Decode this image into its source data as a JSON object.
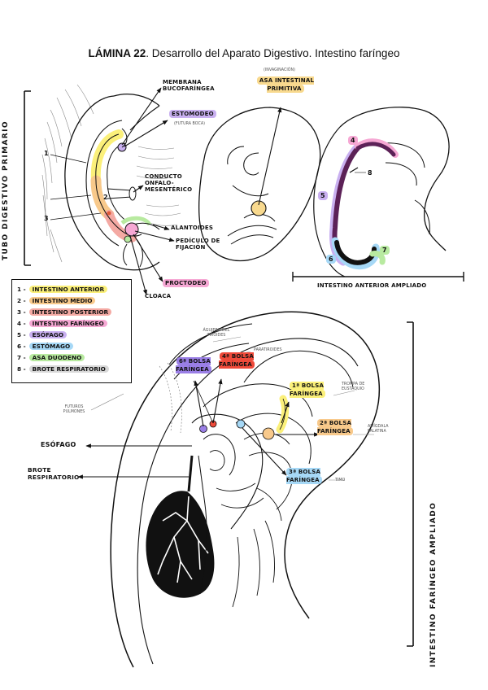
{
  "title": {
    "bold": "LÁMINA 22",
    "rest": ". Desarrollo del Aparato Digestivo. Intestino faríngeo"
  },
  "colors": {
    "yellow": "#fbf07a",
    "orange": "#f8c98b",
    "red": "#f4a9a3",
    "pink": "#f6a8d4",
    "purple": "#c9b0f0",
    "blue": "#a6d8f6",
    "green": "#b8eaa0",
    "gray": "#d8d8d8",
    "dark_purple": "#5c2157",
    "black": "#111111"
  },
  "side_labels": {
    "primary_tube": "TUBO DIGESTIVO PRIMARIO",
    "pharyngeal_enlarged": "INTESTINO FARÍNGEO AMPLIADO"
  },
  "figure1": {
    "membrane": "MEMBRANA BUCOFARÍNGEA",
    "stomodeum": "ESTOMODEO",
    "stomodeum_note": "(FUTURA BOCA)",
    "duct": "CONDUCTO ONFALO-MESENTÉRICO",
    "allantois": "ALANTOIDES",
    "stalk": "PEDÍCULO DE FIJACIÓN",
    "proctodeum": "PROCTODEO",
    "cloaca": "CLOACA",
    "n1": "1",
    "n2": "2",
    "n3": "3"
  },
  "figure2": {
    "note": "(INVAGINACIÓN)",
    "loop": "ASA INTESTINAL PRIMITIVA"
  },
  "figure3": {
    "n4": "4",
    "n5": "5",
    "n6": "6",
    "n7": "7",
    "n8": "8",
    "bottom_label": "INTESTINO ANTERIOR AMPLIADO"
  },
  "legend": [
    {
      "num": "1 -",
      "text": "INTESTINO ANTERIOR",
      "color": "#fbf07a"
    },
    {
      "num": "2 -",
      "text": "INTESTINO MEDIO",
      "color": "#f8c98b"
    },
    {
      "num": "3 -",
      "text": "INTESTINO POSTERIOR",
      "color": "#f4a9a3"
    },
    {
      "num": "4 -",
      "text": "INTESTINO FARÍNGEO",
      "color": "#f6a8d4"
    },
    {
      "num": "5 -",
      "text": "ESÓFAGO",
      "color": "#c9b0f0"
    },
    {
      "num": "6 -",
      "text": "ESTÓMAGO",
      "color": "#a6d8f6"
    },
    {
      "num": "7 -",
      "text": "ASA DUODENO",
      "color": "#b8eaa0"
    },
    {
      "num": "8 -",
      "text": "BROTE RESPIRATORIO",
      "color": "#d8d8d8"
    }
  ],
  "figure4": {
    "foramen": "ÁGUJERO DEL TIROIDES",
    "parathyroids": "PARATIROIDES",
    "pouch6": "6ª BOLSA FARÍNGEA",
    "pouch4": "4ª BOLSA FARÍNGEA",
    "pouch1": "1ª BOLSA FARÍNGEA",
    "pouch2": "2ª BOLSA FARÍNGEA",
    "pouch3": "3ª BOLSA FARÍNGEA",
    "tympanum": "TROMPA DE EUSTAQUIO",
    "tonsil": "AMÍGDALA PALATINA",
    "thymus": "TIMO",
    "lungs": "FUTUROS PULMONES",
    "esophagus": "ESÓFAGO",
    "resp_bud": "BROTE RESPIRATORIO"
  }
}
